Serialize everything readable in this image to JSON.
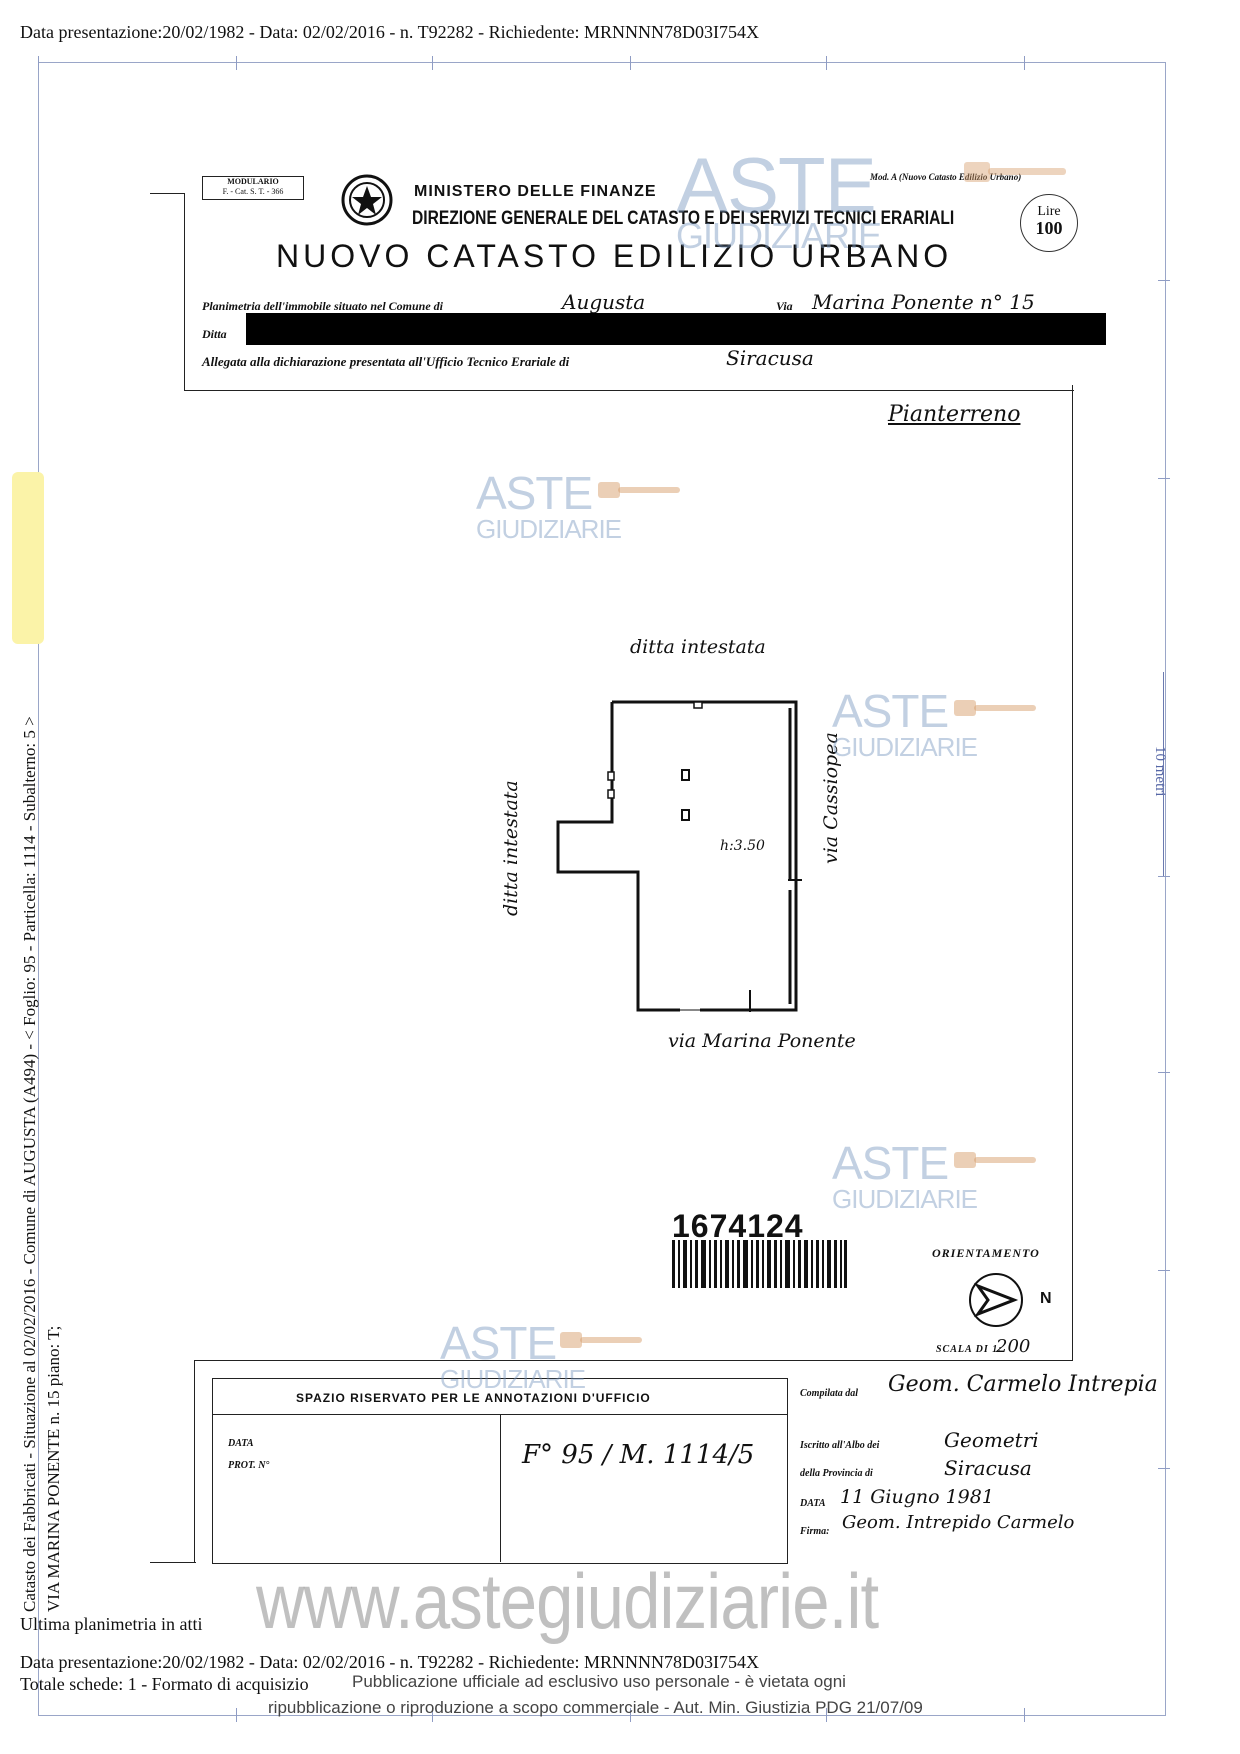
{
  "header": {
    "top_line": "Data presentazione:20/02/1982 - Data: 02/02/2016 - n. T92282 - Richiedente: MRNNNN78D03I754X"
  },
  "form": {
    "modulario": "MODULARIO",
    "modulario_code": "F. - Cat. S. T. - 366",
    "ministry": "MINISTERO DELLE FINANZE",
    "direction": "DIREZIONE GENERALE DEL CATASTO E DEI SERVIZI TECNICI ERARIALI",
    "title": "NUOVO CATASTO EDILIZIO URBANO",
    "mod_note": "Mod. A (Nuovo Catasto Edilizio Urbano)",
    "price": "Lire",
    "price_value": "100",
    "planimetria_label": "Planimetria dell'immobile situato nel Comune di",
    "comune": "Augusta",
    "via_label": "Via",
    "via": "Marina Ponente n° 15",
    "ditta_label": "Ditta",
    "allegata_label": "Allegata alla dichiarazione presentata all'Ufficio Tecnico Erariale di",
    "ufficio": "Siracusa"
  },
  "plan": {
    "floor": "Pianterreno",
    "north_label": "ditta intestata",
    "west_label": "ditta intestata",
    "east_label": "via Cassiopea",
    "south_label": "via Marina Ponente",
    "height": "h:3.50",
    "barcode_number": "1674124",
    "orientamento": "ORIENTAMENTO",
    "north_letter": "N",
    "scala_label": "SCALA DI 1:",
    "scala_value": "200"
  },
  "office_box": {
    "title": "SPAZIO RISERVATO PER LE ANNOTAZIONI D'UFFICIO",
    "data_label": "DATA",
    "prot_label": "PROT. N°",
    "annotation": "F° 95 / M. 1114/5",
    "compilata_label": "Compilata dal",
    "compilatore": "Geom. Carmelo Intrepia",
    "iscritto_label": "Iscritto all'Albo dei",
    "albo": "Geometri",
    "provincia_label": "della Provincia di",
    "provincia": "Siracusa",
    "data_label2": "DATA",
    "data_value": "11 Giugno 1981",
    "firma_label": "Firma:",
    "firma": "Geom. Intrepido Carmelo"
  },
  "side": {
    "vertical_line1": "Catasto dei Fabbricati - Situazione al 02/02/2016 - Comune di AUGUSTA (A494) - < Foglio: 95 - Particella: 1114 - Subalterno: 5 >",
    "vertical_line2": "VIA MARINA PONENTE n. 15 piano: T;",
    "scale_text": "10 metri"
  },
  "footer": {
    "ultima": "Ultima planimetria in atti",
    "line1": "Data presentazione:20/02/1982 - Data: 02/02/2016 - n. T92282 - Richiedente: MRNNNN78D03I754X",
    "line2_prefix": "Totale schede: 1 - Formato di acquisizio",
    "notice1": "Pubblicazione ufficiale ad esclusivo uso personale - è vietata ogni",
    "notice2": "ripubblicazione o riproduzione a scopo commerciale - Aut. Min. Giustizia PDG 21/07/09"
  },
  "watermark": {
    "word1": "ASTE",
    "word2": "GIUDIZIARIE",
    "site": "www.astegiudiziarie.it"
  }
}
